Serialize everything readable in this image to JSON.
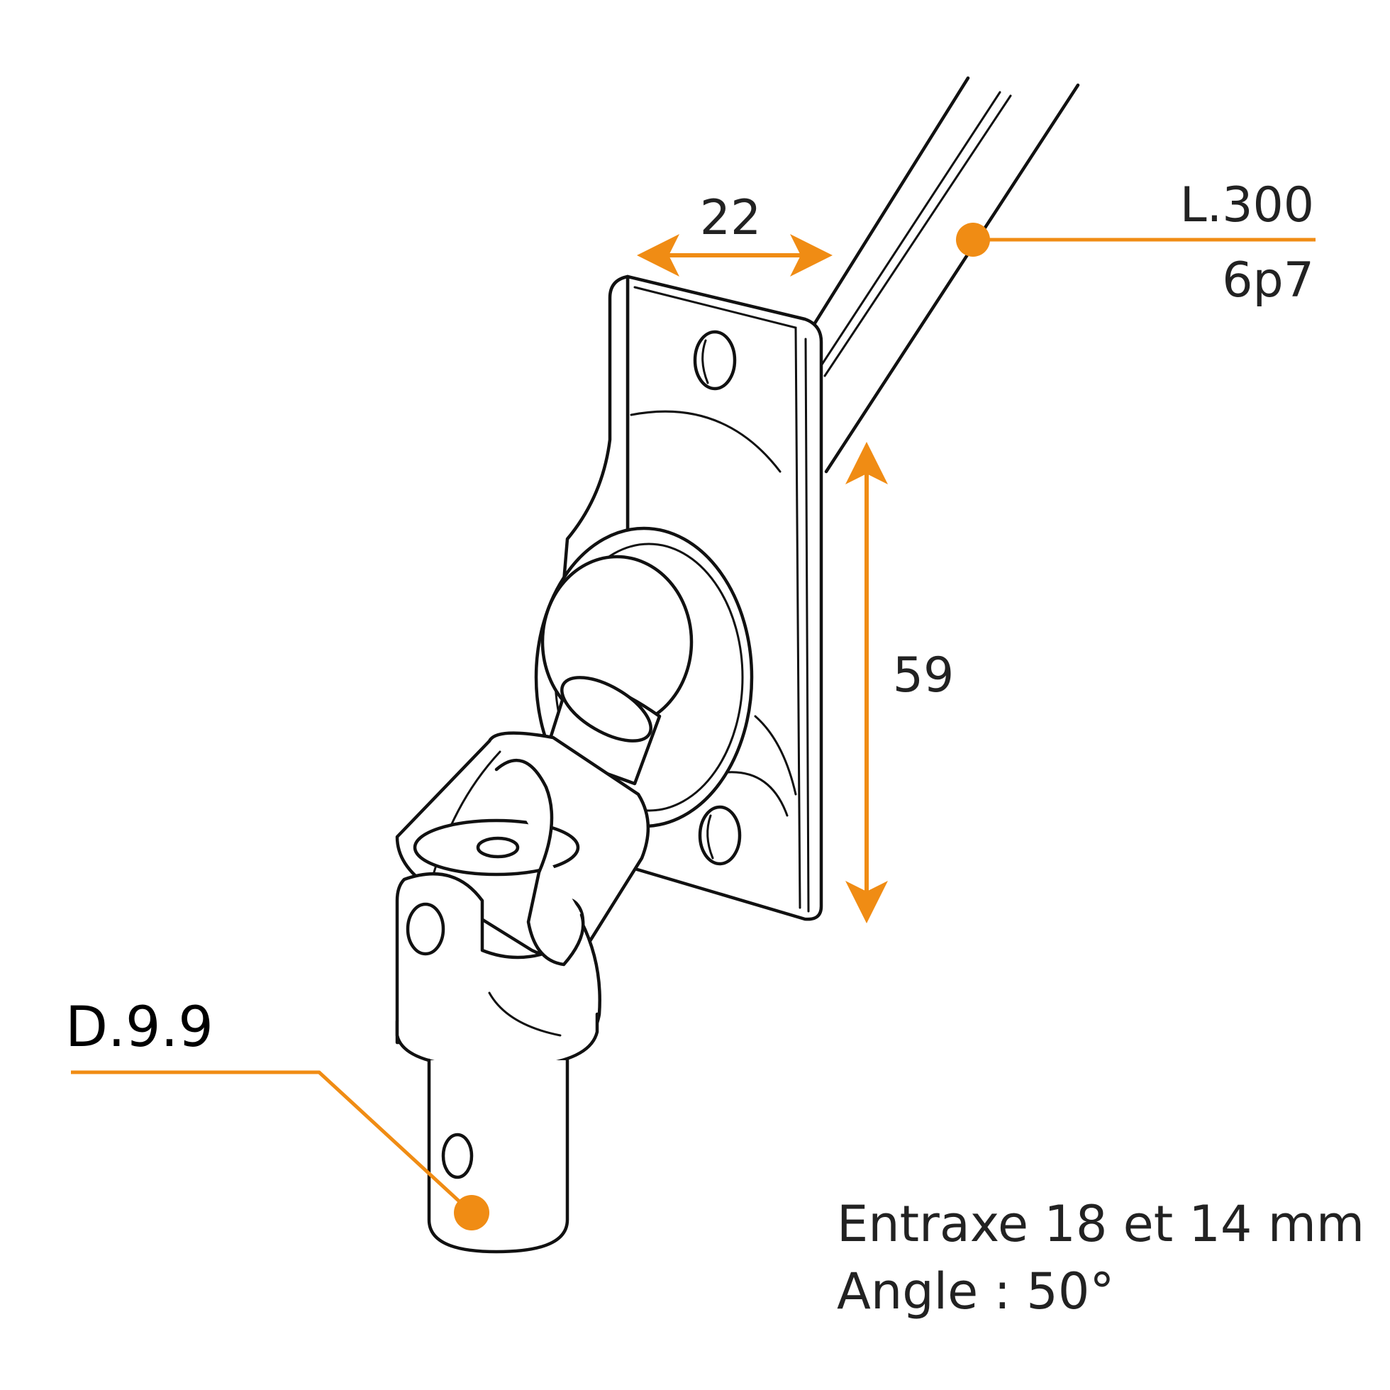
{
  "colors": {
    "accent": "#f08c14",
    "ink": "#111111",
    "text": "#222222",
    "background": "#ffffff"
  },
  "dimensions": {
    "width_label": "22",
    "height_label": "59"
  },
  "shaft_callout": {
    "line1": "L.300",
    "line2": "6p7"
  },
  "end_callout": {
    "label": "D.9.9"
  },
  "notes": {
    "line1": "Entraxe 18 et 14 mm",
    "line2": "Angle : 50°"
  }
}
